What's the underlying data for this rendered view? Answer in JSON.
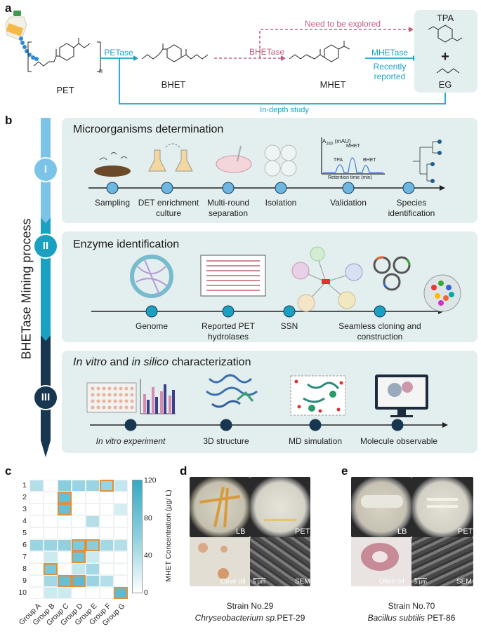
{
  "panel_letters": [
    "a",
    "b",
    "c",
    "d",
    "e"
  ],
  "panel_a": {
    "pet": "PET",
    "n": "n",
    "petase": "PETase",
    "bhet": "BHET",
    "bhetase": "BHETase",
    "mhet": "MHET",
    "mhetase": "MHETase",
    "recently_reported": "Recently reported",
    "need_explored": "Need to be explored",
    "in_depth": "In-depth study",
    "tpa": "TPA",
    "plus": "+",
    "eg": "EG",
    "colors": {
      "teal": "#1aa2c4",
      "pink": "#c0607c",
      "box": "#e3eeee"
    }
  },
  "panel_b": {
    "vertical_label": "BHETase Mining process",
    "stages": [
      "I",
      "II",
      "III"
    ],
    "stage_colors": [
      "#7cc3e8",
      "#1aa0c0",
      "#17364f"
    ],
    "section1": {
      "title": "Microorganisms determination",
      "steps": [
        "Sampling",
        "DET enrichment culture",
        "Multi-round separation",
        "Isolation",
        "Validation",
        "Species identification"
      ],
      "chromatogram": {
        "y_axis": "A",
        "y_sub": "240",
        "y_unit": "(mAU)",
        "x_axis": "Retention time (min)",
        "peaks": [
          "TPA",
          "MHET",
          "BHET"
        ]
      }
    },
    "section2": {
      "title": "Enzyme identification",
      "steps": [
        "Genome",
        "Reported PET hydrolases",
        "SSN",
        "Seamless cloning and construction"
      ]
    },
    "section3": {
      "title_parts": [
        "In vitro",
        " and ",
        "in silico",
        " characterization"
      ],
      "steps": [
        "In vitro experiment",
        "3D structure",
        "MD simulation",
        "Molecule observable"
      ]
    }
  },
  "panel_c": {
    "colorbar_label": "MHET Concentration (μg/ L)",
    "colorbar_ticks": [
      "0",
      "40",
      "80",
      "120"
    ],
    "rows": [
      "1",
      "2",
      "3",
      "4",
      "5",
      "6",
      "7",
      "8",
      "9",
      "10"
    ],
    "cols": [
      "Group A",
      "Group B",
      "Group C",
      "Group D",
      "Group E",
      "Group F",
      "Group G"
    ],
    "cells": [
      [
        45,
        0,
        70,
        60,
        60,
        60,
        35
      ],
      [
        0,
        0,
        90,
        0,
        0,
        0,
        0
      ],
      [
        0,
        0,
        90,
        0,
        0,
        0,
        25
      ],
      [
        0,
        0,
        0,
        0,
        45,
        0,
        0
      ],
      [
        0,
        0,
        0,
        0,
        0,
        0,
        0
      ],
      [
        60,
        60,
        65,
        75,
        70,
        55,
        45
      ],
      [
        0,
        30,
        0,
        85,
        30,
        0,
        0
      ],
      [
        0,
        80,
        0,
        35,
        55,
        0,
        0
      ],
      [
        0,
        55,
        90,
        95,
        60,
        45,
        0
      ],
      [
        0,
        30,
        30,
        0,
        0,
        0,
        95
      ]
    ],
    "highlighted": [
      [
        0,
        5
      ],
      [
        1,
        2
      ],
      [
        2,
        2
      ],
      [
        5,
        3
      ],
      [
        5,
        4
      ],
      [
        6,
        3
      ],
      [
        7,
        1
      ],
      [
        8,
        2
      ],
      [
        8,
        3
      ],
      [
        9,
        6
      ]
    ]
  },
  "panel_d": {
    "lb": "LB",
    "pet": "PET",
    "olive": "Olive oil",
    "sem": "SEM",
    "scale": "5 μm",
    "strain": "Strain No.29",
    "species": "Chryseobacterium sp.",
    "species_suffix": "PET-29"
  },
  "panel_e": {
    "lb": "LB",
    "pet": "PET",
    "olive": "Olive oil",
    "sem": "SEM",
    "scale": "5 μm",
    "strain": "Strain No.70",
    "species": "Bacillus subtilis",
    "species_suffix": " PET-86"
  }
}
